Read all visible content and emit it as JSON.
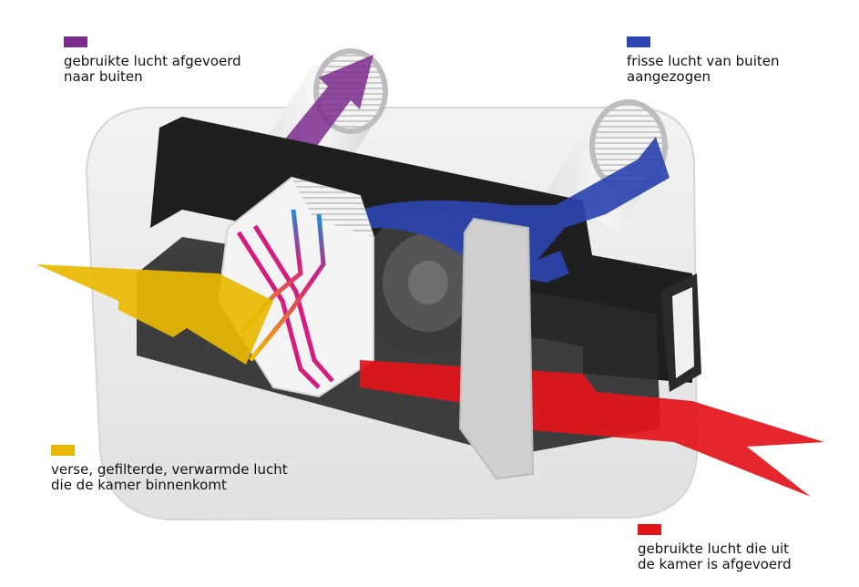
{
  "legend": [
    {
      "key": "exhaust_out",
      "color": "#7b2d8e",
      "lines": [
        "gebruikte lucht afgevoerd",
        "naar buiten"
      ]
    },
    {
      "key": "fresh_in",
      "color": "#2d45b0",
      "lines": [
        "frisse lucht van buiten",
        "aangezogen"
      ]
    },
    {
      "key": "supply_room",
      "color": "#e8b800",
      "lines": [
        "verse, gefilterde, verwarmde lucht",
        "die de kamer binnenkomt"
      ]
    },
    {
      "key": "extract_room",
      "color": "#e3151b",
      "lines": [
        "gebruikte lucht die uit",
        "de kamer is afgevoerd"
      ]
    }
  ],
  "colors": {
    "purple": "#7b2d8e",
    "blue": "#2d45b0",
    "yellow": "#e8b800",
    "red": "#e3151b",
    "foam": "#1f1f1f",
    "housing": "#d9d9d9"
  }
}
